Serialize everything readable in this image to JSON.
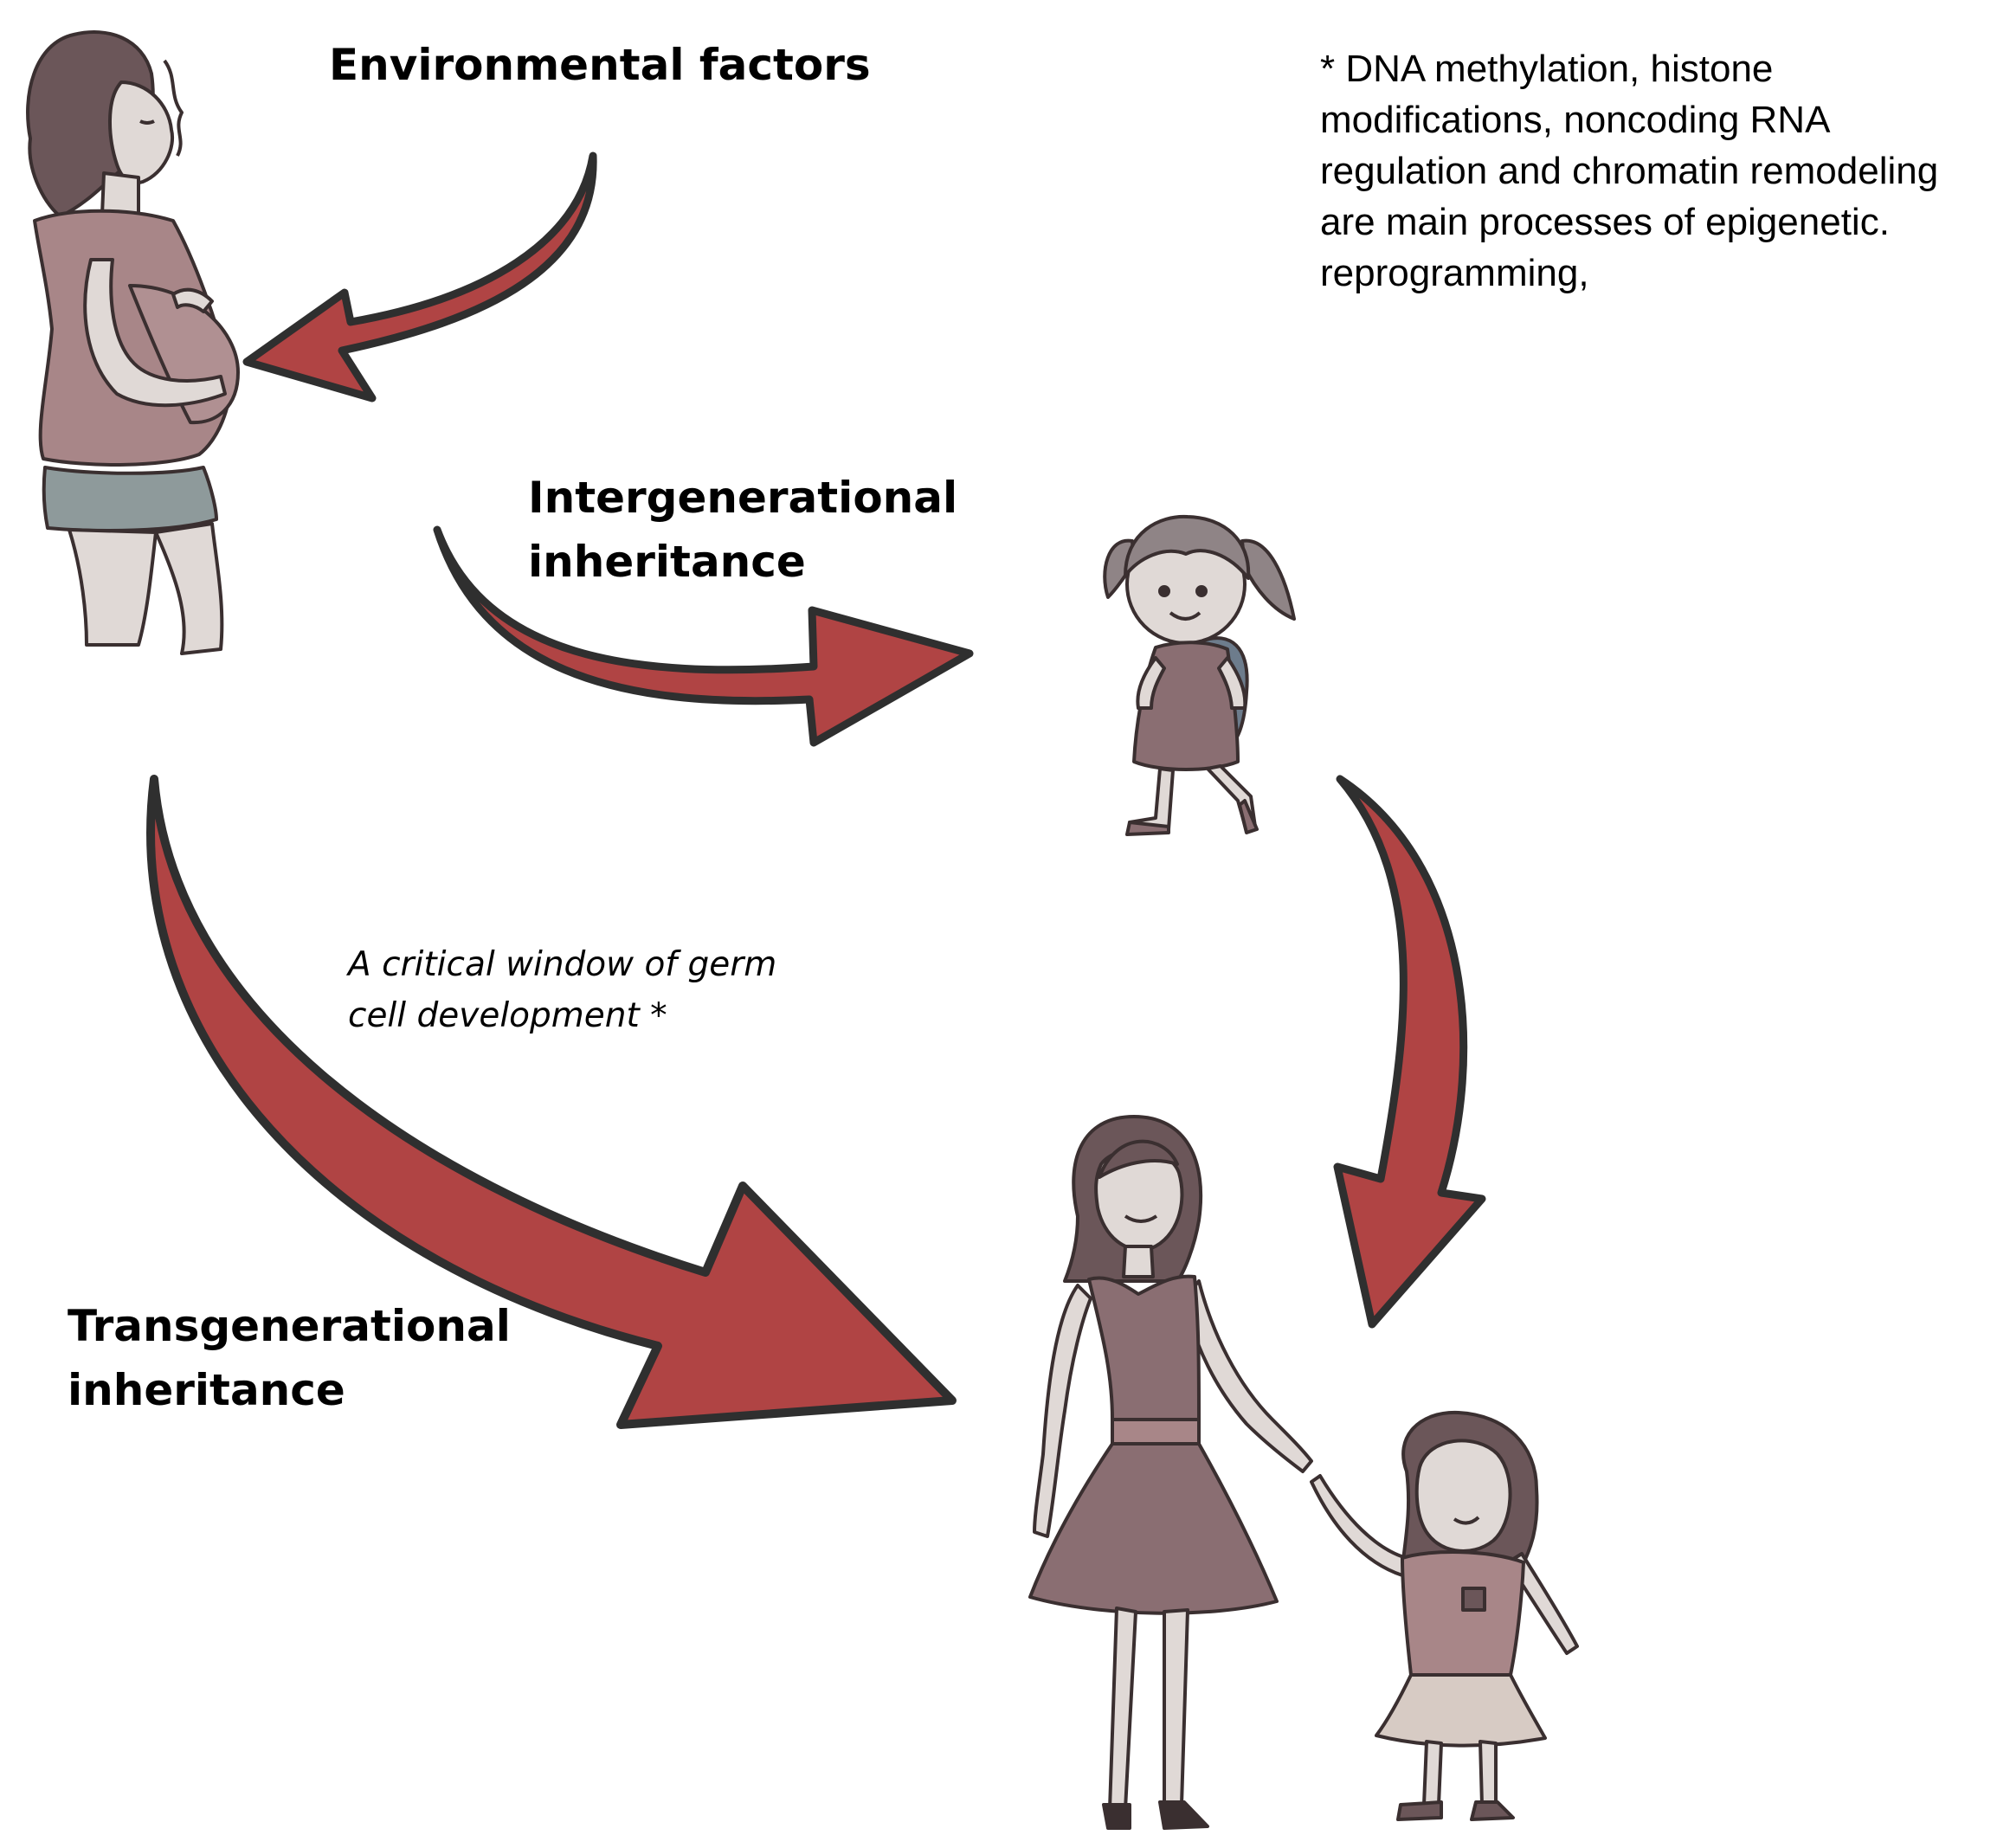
{
  "labels": {
    "environmental": "Environmental factors",
    "intergenerational_line1": "Intergenerational",
    "intergenerational_line2": "inheritance",
    "transgenerational_line1": "Transgenerational",
    "transgenerational_line2": "inheritance",
    "window_line1": "A critical window of germ",
    "window_line2": "cell development *"
  },
  "footnote": {
    "lines": [
      "* DNA methylation, histone",
      "modifications, noncoding RNA",
      "regulation and chromatin remodeling",
      "are main processes of epigenetic.",
      "reprogramming,"
    ]
  },
  "colors": {
    "arrow_fill": "#b04444",
    "arrow_stroke": "#2f2f2f",
    "dress": "#8a6e72",
    "skin": "#e0d9d6",
    "hair": "#6b5659"
  },
  "figures": {
    "pregnant_woman": "pregnant-woman-illustration",
    "girl_with_backpack": "girl-with-backpack-illustration",
    "mother_and_daughter": "mother-and-daughter-illustration"
  }
}
